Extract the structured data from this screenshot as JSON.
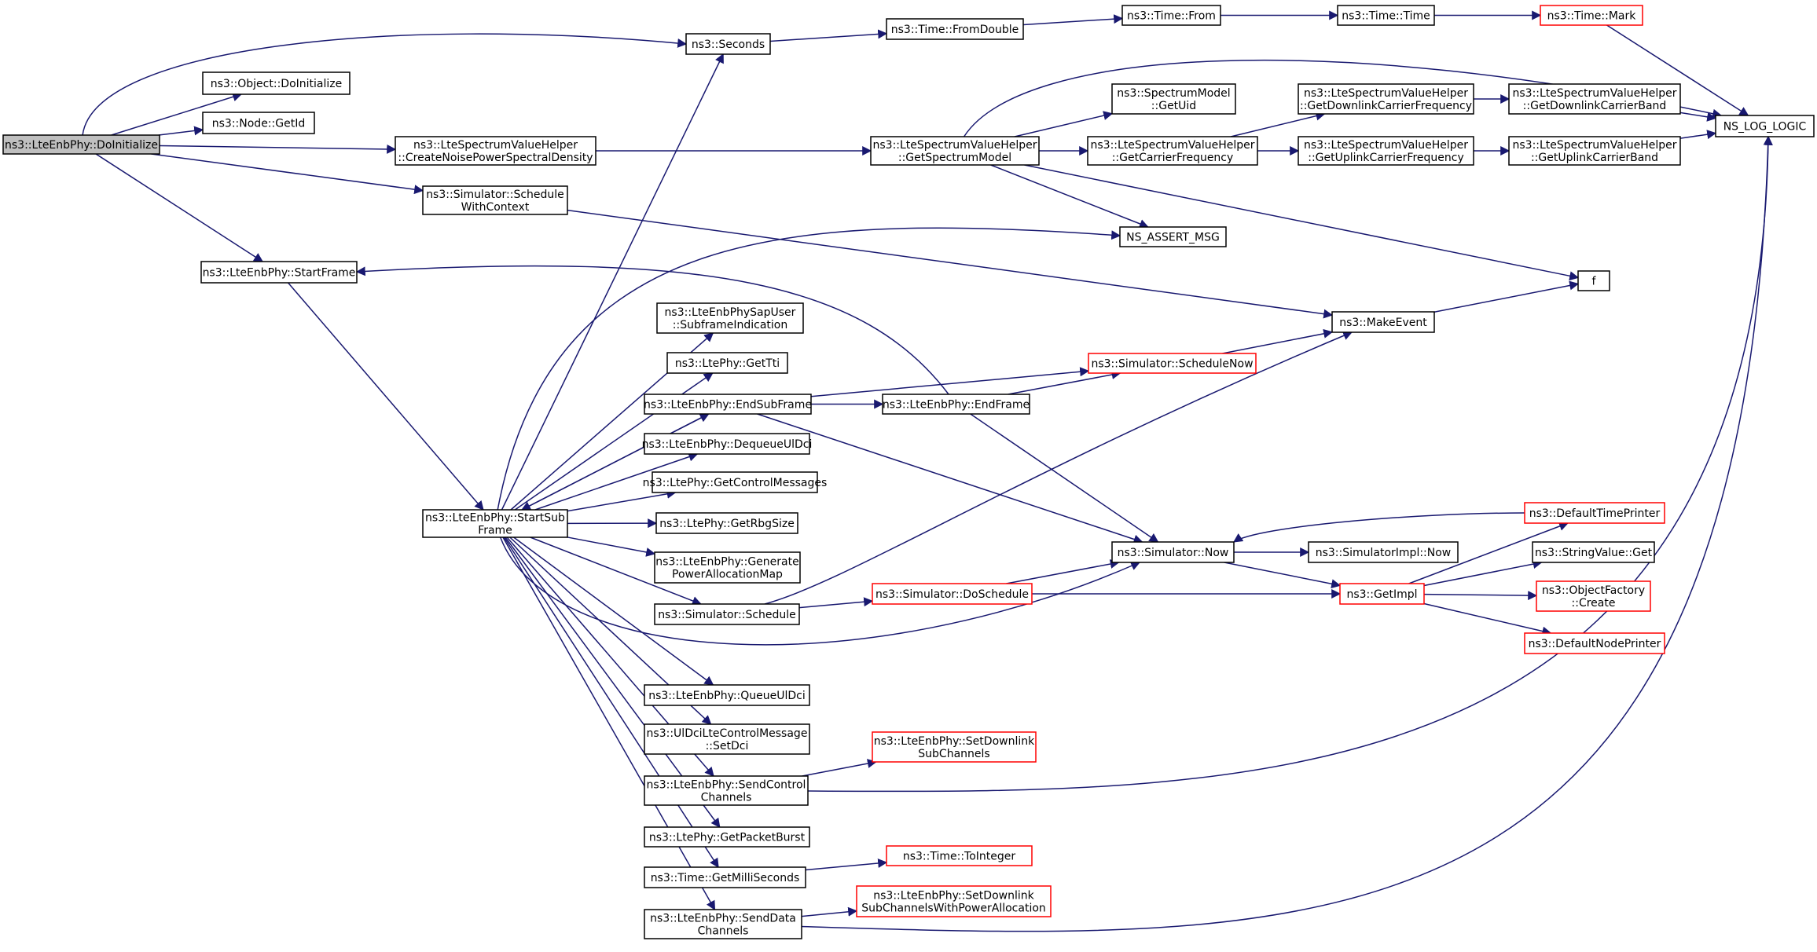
{
  "colors": {
    "edge": "#191970",
    "box_border": "#000000",
    "truncated_border": "#ff0000",
    "root_fill": "#bfbfbf",
    "box_fill": "#ffffff"
  },
  "nodes": [
    {
      "id": "root",
      "lines": [
        "ns3::LteEnbPhy::DoInitialize"
      ],
      "style": "root"
    },
    {
      "id": "obj_doinit",
      "lines": [
        "ns3::Object::DoInitialize"
      ]
    },
    {
      "id": "node_getid",
      "lines": [
        "ns3::Node::GetId"
      ]
    },
    {
      "id": "create_noise",
      "lines": [
        "ns3::LteSpectrumValueHelper",
        "::CreateNoisePowerSpectralDensity"
      ]
    },
    {
      "id": "schedule_ctx",
      "lines": [
        "ns3::Simulator::Schedule",
        "WithContext"
      ]
    },
    {
      "id": "start_frame",
      "lines": [
        "ns3::LteEnbPhy::StartFrame"
      ]
    },
    {
      "id": "start_subframe",
      "lines": [
        "ns3::LteEnbPhy::StartSub",
        "Frame"
      ]
    },
    {
      "id": "seconds",
      "lines": [
        "ns3::Seconds"
      ]
    },
    {
      "id": "from_double",
      "lines": [
        "ns3::Time::FromDouble"
      ]
    },
    {
      "id": "time_from",
      "lines": [
        "ns3::Time::From"
      ]
    },
    {
      "id": "time_time",
      "lines": [
        "ns3::Time::Time"
      ]
    },
    {
      "id": "time_mark",
      "lines": [
        "ns3::Time::Mark"
      ],
      "style": "red"
    },
    {
      "id": "ns_log_logic",
      "lines": [
        "NS_LOG_LOGIC"
      ]
    },
    {
      "id": "get_spectrum_model",
      "lines": [
        "ns3::LteSpectrumValueHelper",
        "::GetSpectrumModel"
      ]
    },
    {
      "id": "spectrum_getuid",
      "lines": [
        "ns3::SpectrumModel",
        "::GetUid"
      ]
    },
    {
      "id": "get_carrier_freq",
      "lines": [
        "ns3::LteSpectrumValueHelper",
        "::GetCarrierFrequency"
      ]
    },
    {
      "id": "get_dl_carrier_freq",
      "lines": [
        "ns3::LteSpectrumValueHelper",
        "::GetDownlinkCarrierFrequency"
      ]
    },
    {
      "id": "get_ul_carrier_freq",
      "lines": [
        "ns3::LteSpectrumValueHelper",
        "::GetUplinkCarrierFrequency"
      ]
    },
    {
      "id": "get_dl_carrier_band",
      "lines": [
        "ns3::LteSpectrumValueHelper",
        "::GetDownlinkCarrierBand"
      ]
    },
    {
      "id": "get_ul_carrier_band",
      "lines": [
        "ns3::LteSpectrumValueHelper",
        "::GetUplinkCarrierBand"
      ]
    },
    {
      "id": "ns_assert_msg",
      "lines": [
        "NS_ASSERT_MSG"
      ]
    },
    {
      "id": "f",
      "lines": [
        "f"
      ]
    },
    {
      "id": "make_event",
      "lines": [
        "ns3::MakeEvent"
      ]
    },
    {
      "id": "sap_subframe_ind",
      "lines": [
        "ns3::LteEnbPhySapUser",
        "::SubframeIndication"
      ]
    },
    {
      "id": "get_tti",
      "lines": [
        "ns3::LtePhy::GetTti"
      ]
    },
    {
      "id": "end_subframe",
      "lines": [
        "ns3::LteEnbPhy::EndSubFrame"
      ]
    },
    {
      "id": "end_frame",
      "lines": [
        "ns3::LteEnbPhy::EndFrame"
      ]
    },
    {
      "id": "schedule_now",
      "lines": [
        "ns3::Simulator::ScheduleNow"
      ],
      "style": "red"
    },
    {
      "id": "dequeue_ul_dci",
      "lines": [
        "ns3::LteEnbPhy::DequeueUlDci"
      ]
    },
    {
      "id": "get_control_msgs",
      "lines": [
        "ns3::LtePhy::GetControlMessages"
      ]
    },
    {
      "id": "get_rbg_size",
      "lines": [
        "ns3::LtePhy::GetRbgSize"
      ]
    },
    {
      "id": "gen_power_alloc",
      "lines": [
        "ns3::LteEnbPhy::Generate",
        "PowerAllocationMap"
      ]
    },
    {
      "id": "sim_schedule",
      "lines": [
        "ns3::Simulator::Schedule"
      ]
    },
    {
      "id": "do_schedule",
      "lines": [
        "ns3::Simulator::DoSchedule"
      ],
      "style": "red"
    },
    {
      "id": "sim_now",
      "lines": [
        "ns3::Simulator::Now"
      ]
    },
    {
      "id": "simimpl_now",
      "lines": [
        "ns3::SimulatorImpl::Now"
      ]
    },
    {
      "id": "get_impl",
      "lines": [
        "ns3::GetImpl"
      ],
      "style": "red"
    },
    {
      "id": "default_time_printer",
      "lines": [
        "ns3::DefaultTimePrinter"
      ],
      "style": "red"
    },
    {
      "id": "string_value_get",
      "lines": [
        "ns3::StringValue::Get"
      ]
    },
    {
      "id": "object_factory_create",
      "lines": [
        "ns3::ObjectFactory",
        "::Create"
      ],
      "style": "red"
    },
    {
      "id": "default_node_printer",
      "lines": [
        "ns3::DefaultNodePrinter"
      ],
      "style": "red"
    },
    {
      "id": "queue_ul_dci",
      "lines": [
        "ns3::LteEnbPhy::QueueUlDci"
      ]
    },
    {
      "id": "ul_dci_set_dci",
      "lines": [
        "ns3::UlDciLteControlMessage",
        "::SetDci"
      ]
    },
    {
      "id": "set_dl_subchannels",
      "lines": [
        "ns3::LteEnbPhy::SetDownlink",
        "SubChannels"
      ],
      "style": "red"
    },
    {
      "id": "send_control_channels",
      "lines": [
        "ns3::LteEnbPhy::SendControl",
        "Channels"
      ]
    },
    {
      "id": "get_packet_burst",
      "lines": [
        "ns3::LtePhy::GetPacketBurst"
      ]
    },
    {
      "id": "get_milliseconds",
      "lines": [
        "ns3::Time::GetMilliSeconds"
      ]
    },
    {
      "id": "to_integer",
      "lines": [
        "ns3::Time::ToInteger"
      ],
      "style": "red"
    },
    {
      "id": "set_dl_subchannels_power",
      "lines": [
        "ns3::LteEnbPhy::SetDownlink",
        "SubChannelsWithPowerAllocation"
      ],
      "style": "red"
    },
    {
      "id": "send_data_channels",
      "lines": [
        "ns3::LteEnbPhy::SendData",
        "Channels"
      ]
    }
  ],
  "edges": [
    [
      "root",
      "seconds"
    ],
    [
      "root",
      "obj_doinit"
    ],
    [
      "root",
      "node_getid"
    ],
    [
      "root",
      "create_noise"
    ],
    [
      "root",
      "schedule_ctx"
    ],
    [
      "root",
      "start_frame"
    ],
    [
      "seconds",
      "from_double"
    ],
    [
      "from_double",
      "time_from"
    ],
    [
      "time_from",
      "time_time"
    ],
    [
      "time_time",
      "time_mark"
    ],
    [
      "time_mark",
      "ns_log_logic"
    ],
    [
      "create_noise",
      "get_spectrum_model"
    ],
    [
      "get_spectrum_model",
      "ns_log_logic"
    ],
    [
      "get_spectrum_model",
      "spectrum_getuid"
    ],
    [
      "get_spectrum_model",
      "get_carrier_freq"
    ],
    [
      "get_spectrum_model",
      "ns_assert_msg"
    ],
    [
      "get_spectrum_model",
      "f"
    ],
    [
      "get_carrier_freq",
      "get_dl_carrier_freq"
    ],
    [
      "get_carrier_freq",
      "get_ul_carrier_freq"
    ],
    [
      "get_dl_carrier_freq",
      "get_dl_carrier_band"
    ],
    [
      "get_ul_carrier_freq",
      "get_ul_carrier_band"
    ],
    [
      "get_dl_carrier_band",
      "ns_log_logic"
    ],
    [
      "get_ul_carrier_band",
      "ns_log_logic"
    ],
    [
      "schedule_ctx",
      "make_event"
    ],
    [
      "make_event",
      "f"
    ],
    [
      "start_frame",
      "start_subframe"
    ],
    [
      "start_subframe",
      "seconds"
    ],
    [
      "start_subframe",
      "ns_assert_msg"
    ],
    [
      "start_subframe",
      "sap_subframe_ind"
    ],
    [
      "start_subframe",
      "get_tti"
    ],
    [
      "start_subframe",
      "end_subframe"
    ],
    [
      "start_subframe",
      "dequeue_ul_dci"
    ],
    [
      "start_subframe",
      "get_control_msgs"
    ],
    [
      "start_subframe",
      "get_rbg_size"
    ],
    [
      "start_subframe",
      "gen_power_alloc"
    ],
    [
      "start_subframe",
      "sim_schedule"
    ],
    [
      "start_subframe",
      "sim_now"
    ],
    [
      "start_subframe",
      "queue_ul_dci"
    ],
    [
      "start_subframe",
      "ul_dci_set_dci"
    ],
    [
      "start_subframe",
      "send_control_channels"
    ],
    [
      "start_subframe",
      "get_packet_burst"
    ],
    [
      "start_subframe",
      "get_milliseconds"
    ],
    [
      "start_subframe",
      "send_data_channels"
    ],
    [
      "end_subframe",
      "start_subframe"
    ],
    [
      "end_subframe",
      "schedule_now"
    ],
    [
      "end_subframe",
      "end_frame"
    ],
    [
      "end_subframe",
      "sim_now"
    ],
    [
      "end_frame",
      "start_frame"
    ],
    [
      "end_frame",
      "schedule_now"
    ],
    [
      "end_frame",
      "sim_now"
    ],
    [
      "schedule_now",
      "make_event"
    ],
    [
      "sim_schedule",
      "make_event"
    ],
    [
      "sim_schedule",
      "do_schedule"
    ],
    [
      "do_schedule",
      "sim_now"
    ],
    [
      "do_schedule",
      "get_impl"
    ],
    [
      "sim_now",
      "simimpl_now"
    ],
    [
      "sim_now",
      "get_impl"
    ],
    [
      "get_impl",
      "default_time_printer"
    ],
    [
      "get_impl",
      "string_value_get"
    ],
    [
      "get_impl",
      "object_factory_create"
    ],
    [
      "get_impl",
      "default_node_printer"
    ],
    [
      "default_time_printer",
      "sim_now"
    ],
    [
      "send_control_channels",
      "set_dl_subchannels"
    ],
    [
      "send_control_channels",
      "ns_log_logic"
    ],
    [
      "get_milliseconds",
      "to_integer"
    ],
    [
      "send_data_channels",
      "set_dl_subchannels_power"
    ],
    [
      "send_data_channels",
      "ns_log_logic"
    ]
  ]
}
